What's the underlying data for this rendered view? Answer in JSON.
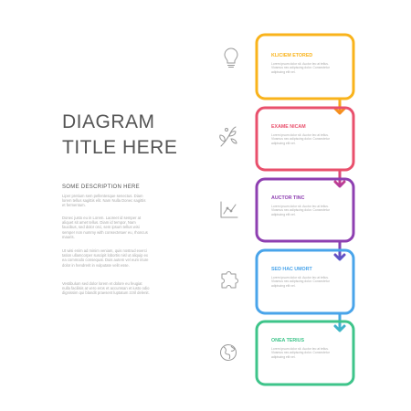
{
  "title": {
    "line1": "DIAGRAM",
    "line2": "TITLE HERE"
  },
  "description": {
    "heading": "SOME DESCRIPTION HERE",
    "paragraphs": [
      "Liper pretium sem pellentesque senectus. Diam lorem tellus sagittis elit. Nam Nulla Donec sagittis et fermentum.",
      "Donec justo eu in Lorem. Laoreet id semper at aliquet sit amet tellus. Diam id tempor, Nam faucibus, sed dolor orci, sem ipsum tellus wisi semper non nummy with consectetuer eu, rhoncus mauris.",
      "Ut wisi enim ad minim veniam, quis nostrud exerci tation ullamcorper suscipit lobortis nisl ut aliquip ex ea commodo consequat. Duis autem vel eum iriure dolor in hendrerit in vulputate velit esse.",
      "Vestibulum sed dolor lorem et dolore eu feugiat nulla facilisis at vero eros et accumsan et iusto odio dignissim qui blandit praesent luptatum zzril delenit."
    ]
  },
  "steps": [
    {
      "title": "KLICIEM ETORED",
      "text": "Lorem ipsum dolor sit. Auctor leo at tellus. Vivamus nec adipiscing dolor. Consectetur adipiscing elit vel.",
      "color": "#f9b31b",
      "icon": "lightbulb-icon"
    },
    {
      "title": "EXAME NICAM",
      "text": "Lorem ipsum dolor sit. Auctor leo at tellus. Vivamus nec adipiscing dolor. Consectetur adipiscing elit vel.",
      "color": "#e9506c",
      "icon": "plant-icon"
    },
    {
      "title": "AUCTOR TINC",
      "text": "Lorem ipsum dolor sit. Auctor leo at tellus. Vivamus nec adipiscing dolor. Consectetur adipiscing elit vel.",
      "color": "#8e3fb1",
      "icon": "line-chart-icon"
    },
    {
      "title": "SED HAC UMORT",
      "text": "Lorem ipsum dolor sit. Auctor leo at tellus. Vivamus nec adipiscing dolor. Consectetur adipiscing elit vel.",
      "color": "#49a4ea",
      "icon": "puzzle-icon"
    },
    {
      "title": "ONEA TERIUS",
      "text": "Lorem ipsum dolor sit. Auctor leo at tellus. Vivamus nec adipiscing dolor. Consectetur adipiscing elit vel.",
      "color": "#3ec48a",
      "icon": "globe-icon"
    }
  ]
}
